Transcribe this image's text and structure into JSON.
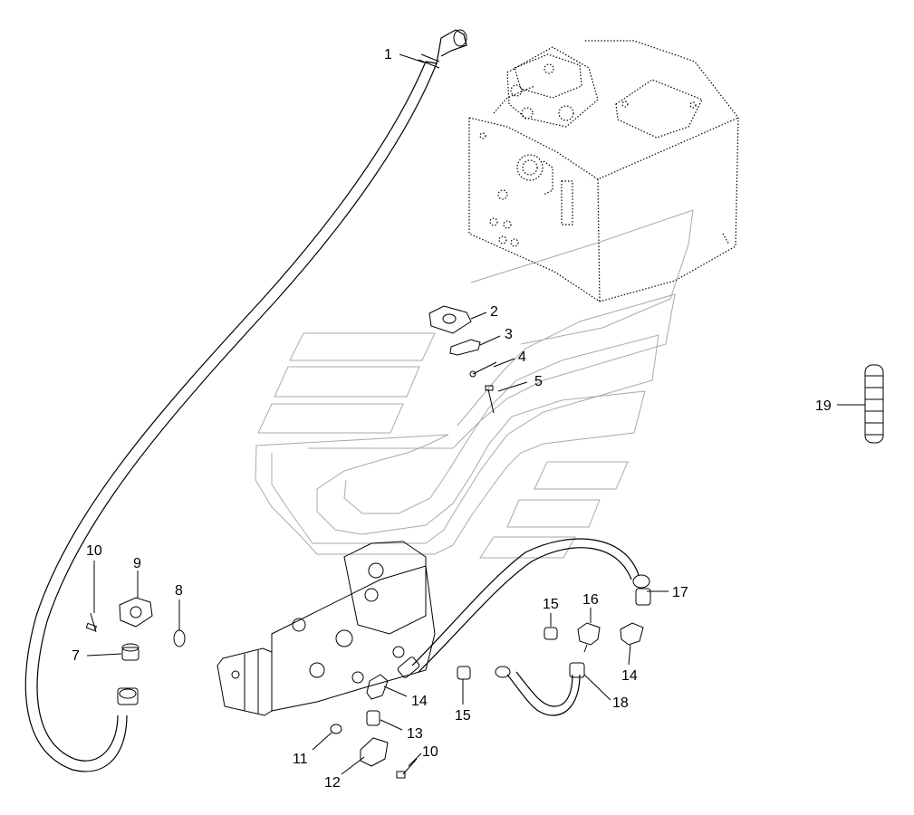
{
  "callouts": {
    "c1": "1",
    "c2": "2",
    "c3": "3",
    "c4": "4",
    "c5": "5",
    "c7": "7",
    "c8": "8",
    "c9": "9",
    "c10a": "10",
    "c10b": "10",
    "c11": "11",
    "c12": "12",
    "c13": "13",
    "c14a": "14",
    "c14b": "14",
    "c15a": "15",
    "c15b": "15",
    "c16": "16",
    "c17": "17",
    "c18": "18",
    "c19": "19"
  },
  "colors": {
    "line": "#000000",
    "watermark": "#aaaaaa",
    "background": "#ffffff"
  }
}
